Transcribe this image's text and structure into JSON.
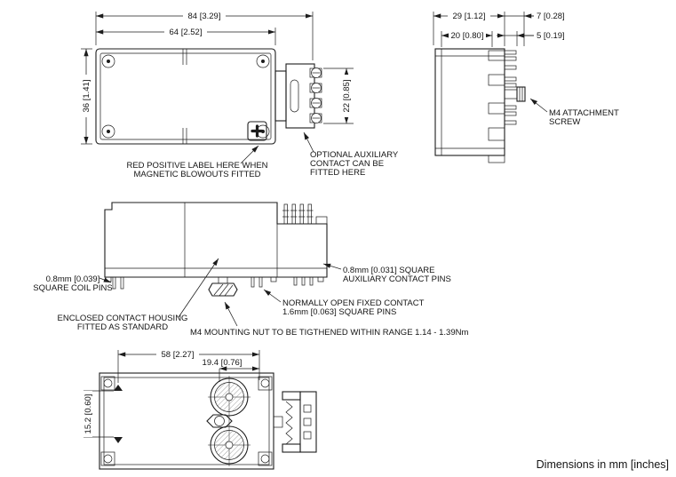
{
  "meta": {
    "note": "Dimensions in mm [inches]",
    "line_color": "#1c1c1c",
    "background": "#ffffff"
  },
  "top_view": {
    "dim_overall_width": "84 [3.29]",
    "dim_body_width": "64 [2.52]",
    "dim_body_height": "36 [1.41]",
    "dim_contact_height": "22 [0.85]",
    "red_label_line1": "RED POSITIVE LABEL HERE WHEN",
    "red_label_line2": "MAGNETIC BLOWOUTS FITTED",
    "aux_label_line1": "OPTIONAL AUXILIARY",
    "aux_label_line2": "CONTACT CAN BE",
    "aux_label_line3": "FITTED HERE"
  },
  "side_view": {
    "dim_depth": "29 [1.12]",
    "dim_pin_length": "7 [0.28]",
    "dim_inner_depth": "20 [0.80]",
    "dim_pin_short": "5 [0.19]",
    "screw_label_line1": "M4 ATTACHMENT",
    "screw_label_line2": "SCREW"
  },
  "front_view": {
    "coil_label_line1": "0.8mm [0.039]",
    "coil_label_line2": "SQUARE COIL PINS",
    "aux_pins_label_line1": "0.8mm [0.031] SQUARE",
    "aux_pins_label_line2": "AUXILIARY CONTACT PINS",
    "no_contact_label_line1": "NORMALLY OPEN FIXED CONTACT",
    "no_contact_label_line2": "1.6mm [0.063] SQUARE PINS",
    "housing_label_line1": "ENCLOSED CONTACT HOUSING",
    "housing_label_line2": "FITTED AS STANDARD",
    "nut_label": "M4 MOUNTING NUT TO BE TIGTHENED WITHIN RANGE 1.14 - 1.39Nm"
  },
  "bottom_view": {
    "dim_hole_span": "58 [2.27]",
    "dim_offset": "19.4 [0.76]",
    "dim_hole_height": "15.2 [0.60]"
  }
}
